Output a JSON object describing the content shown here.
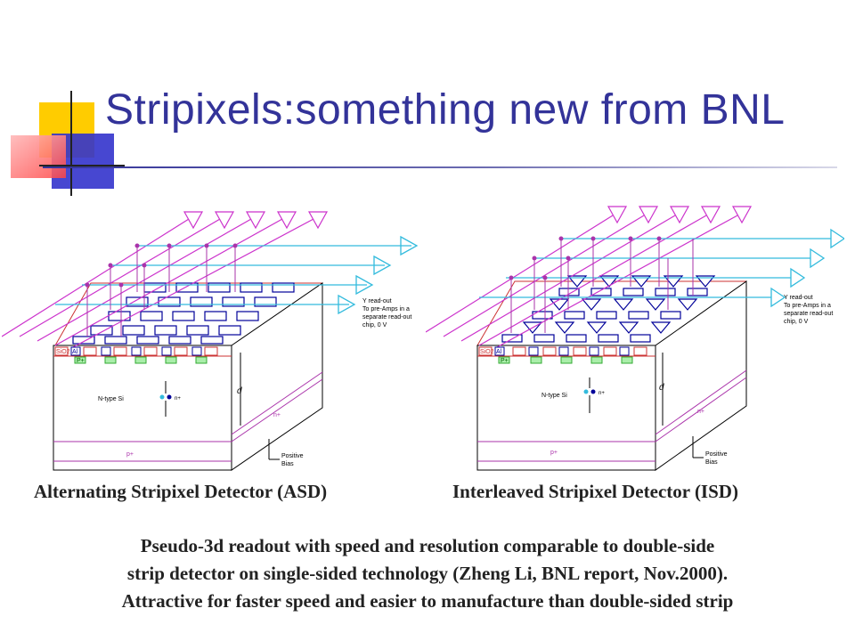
{
  "slide": {
    "title": "Stripixels:something new from BNL",
    "accent_color": "#333399",
    "decoration_colors": [
      "#ffcc00",
      "#ff3333",
      "#3333cc"
    ]
  },
  "diagrams": [
    {
      "id": "asd",
      "caption": "Alternating Stripixel Detector (ASD)",
      "readout_note": [
        "Y read-out",
        "To pre-Amps in a",
        "separate read-out",
        "chip, 0 V"
      ],
      "oxide_label": "SiO2",
      "metal_label": "Al",
      "implant_label": "P+",
      "bulk_label": "N-type Si",
      "thickness_label": "d",
      "nplus_label": "n+",
      "pplus_label": "p+",
      "bias_label": [
        "Positive",
        "Bias"
      ]
    },
    {
      "id": "isd",
      "caption": "Interleaved Stripixel Detector (ISD)",
      "readout_note": [
        "Y read-out",
        "To pre-Amps in a",
        "separate read-out",
        "chip, 0 V"
      ],
      "oxide_label": "SiO2",
      "metal_label": "Al",
      "implant_label": "P+",
      "bulk_label": "N-type Si",
      "thickness_label": "d",
      "nplus_label": "n+",
      "pplus_label": "p+",
      "bias_label": [
        "Positive",
        "Bias"
      ]
    }
  ],
  "body": {
    "lines": [
      "Pseudo-3d readout with speed and resolution comparable to double-side",
      "strip detector on single-sided technology (Zheng Li, BNL report, Nov.2000).",
      "Attractive for faster speed and easier to manufacture than double-sided strip"
    ]
  }
}
